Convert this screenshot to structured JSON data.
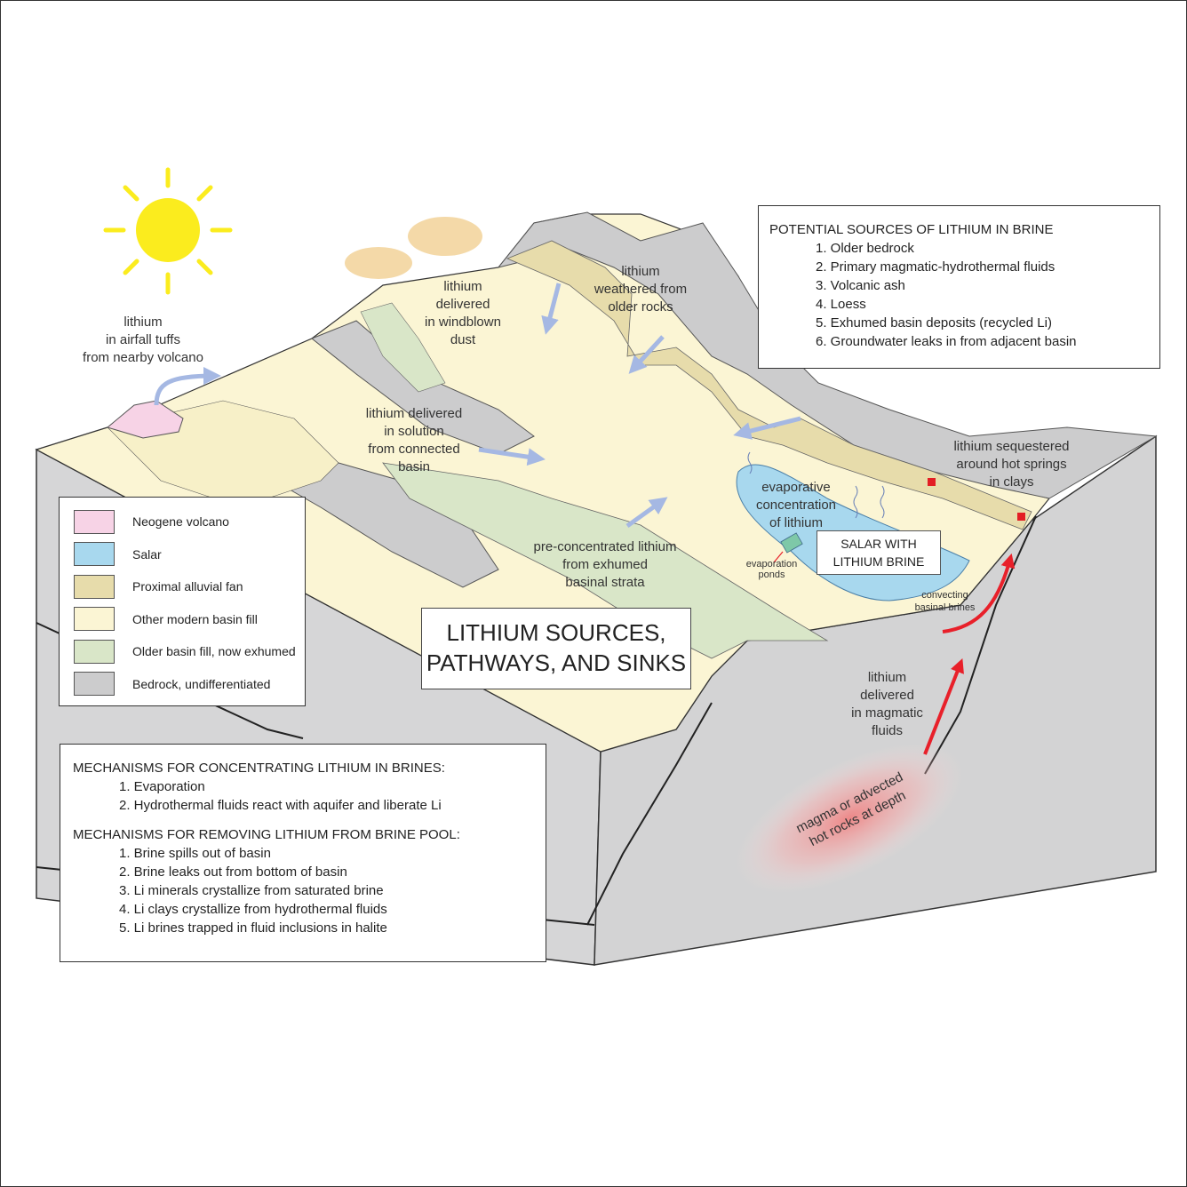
{
  "title": "LITHIUM SOURCES,\nPATHWAYS, AND SINKS",
  "salar_label": "SALAR WITH\nLITHIUM BRINE",
  "labels": {
    "airfall": "lithium\nin airfall tuffs\nfrom nearby volcano",
    "windblown": "lithium\ndelivered\nin windblown\ndust",
    "weathered": "lithium\nweathered from\nolder rocks",
    "solution": "lithium delivered\nin solution\nfrom connected\nbasin",
    "evaporative": "evaporative\nconcentration\nof lithium",
    "evaporation_ponds": "evaporation\nponds",
    "preconcentrated": "pre-concentrated lithium\nfrom exhumed\nbasinal strata",
    "sequestered": "lithium sequestered\naround hot springs\nin clays",
    "convecting": "convecting\nbasinal brines",
    "magmatic": "lithium\ndelivered\nin magmatic\nfluids",
    "magma": "magma or advected\nhot rocks at depth"
  },
  "sources": {
    "heading": "POTENTIAL SOURCES OF LITHIUM IN BRINE",
    "items": [
      "1. Older bedrock",
      "2. Primary magmatic-hydrothermal fluids",
      "3. Volcanic ash",
      "4. Loess",
      "5. Exhumed basin deposits (recycled Li)",
      "6. Groundwater leaks in from adjacent basin"
    ]
  },
  "legend": [
    {
      "label": "Neogene volcano",
      "color": "#f7d3e6"
    },
    {
      "label": "Salar",
      "color": "#a8d8ee"
    },
    {
      "label": "Proximal alluvial fan",
      "color": "#e7dcab"
    },
    {
      "label": "Other modern basin fill",
      "color": "#fbf5d4"
    },
    {
      "label": "Older basin fill, now exhumed",
      "color": "#d9e6c8"
    },
    {
      "label": "Bedrock, undifferentiated",
      "color": "#cccccd"
    }
  ],
  "mechanisms": {
    "concentrating_heading": "MECHANISMS FOR CONCENTRATING LITHIUM IN BRINES:",
    "concentrating_items": [
      "1. Evaporation",
      "2. Hydrothermal fluids react with aquifer and liberate Li"
    ],
    "removing_heading": "MECHANISMS FOR REMOVING LITHIUM FROM BRINE POOL:",
    "removing_items": [
      "1. Brine spills out of basin",
      "2. Brine leaks out from bottom of basin",
      "3. Li minerals crystallize from saturated brine",
      "4. Li clays crystallize from hydrothermal fluids",
      "5. Li brines trapped in fluid inclusions in halite"
    ]
  },
  "colors": {
    "sun": "#fbec1e",
    "arrow_blue": "#a5b8e3",
    "arrow_red": "#e8202a",
    "bedrock": "#cccccd",
    "basin_fill": "#fbf5d4",
    "fan": "#e7dcab",
    "exhumed": "#d9e6c8",
    "salar": "#a8d8ee",
    "volcano": "#f7d3e6",
    "hotspring": "#e31e24"
  }
}
